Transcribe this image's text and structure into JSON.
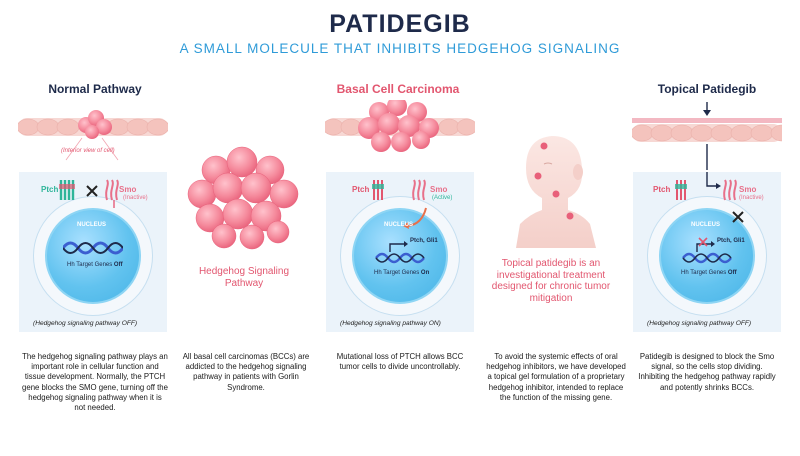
{
  "header": {
    "title": "PATIDEGIB",
    "subtitle": "A SMALL MOLECULE THAT INHIBITS HEDGEHOG SIGNALING"
  },
  "columns": {
    "normal": {
      "heading": "Normal Pathway",
      "interior_note": "(Interior view of cell)",
      "ptch": "Ptch",
      "smo": "Smo",
      "smo_state": "(Inactive)",
      "nucleus": "NUCLEUS",
      "genes": "Hh Target Genes ",
      "genes_state": "Off",
      "status": "(Hedgehog signaling pathway OFF)",
      "description": "The hedgehog signaling pathway plays an important role in cellular function and tissue development. Normally, the PTCH gene blocks the SMO gene, turning off the hedgehog signaling pathway when it is not needed."
    },
    "addiction": {
      "caption": "Hedgehog Signaling Pathway",
      "description": "All basal cell carcinomas (BCCs) are addicted to the hedgehog signaling pathway in patients with Gorlin Syndrome."
    },
    "bcc": {
      "heading": "Basal Cell Carcinoma",
      "ptch": "Ptch",
      "smo": "Smo",
      "smo_state": "(Active)",
      "nucleus": "NUCLEUS",
      "gene_arrow": "Ptch, Gli1",
      "genes": "Hh Target Genes ",
      "genes_state": "On",
      "status": "(Hedgehog signaling pathway ON)",
      "description": "Mutational loss of PTCH allows BCC tumor cells to divide uncontrollably."
    },
    "topical_info": {
      "caption": "Topical patidegib is an investigational treatment designed for chronic tumor mitigation",
      "description": "To avoid the systemic effects of oral hedgehog inhibitors, we have developed a topical gel formulation of a proprietary hedgehog inhibitor, intended to replace the function of the missing gene."
    },
    "topical": {
      "heading": "Topical Patidegib",
      "ptch": "Ptch",
      "smo": "Smo",
      "smo_state": "(Inactive)",
      "nucleus": "NUCLEUS",
      "gene_arrow": "Ptch, Gli1",
      "genes": "Hh Target Genes ",
      "genes_state": "Off",
      "status": "(Hedgehog signaling pathway OFF)",
      "description": "Patidegib is designed to block the Smo signal, so the cells stop dividing. Inhibiting the hedgehog pathway rapidly and potently shrinks BCCs."
    }
  },
  "colors": {
    "navy": "#1e2a4a",
    "accent_blue": "#2f9bd8",
    "pink": "#e2566f",
    "ptch_green": "#2fb59a",
    "smo_pink": "#e8708a",
    "panel": "#ebf3fa",
    "nucleus": "#5ec2ee",
    "dna": "#3b5fd0"
  }
}
